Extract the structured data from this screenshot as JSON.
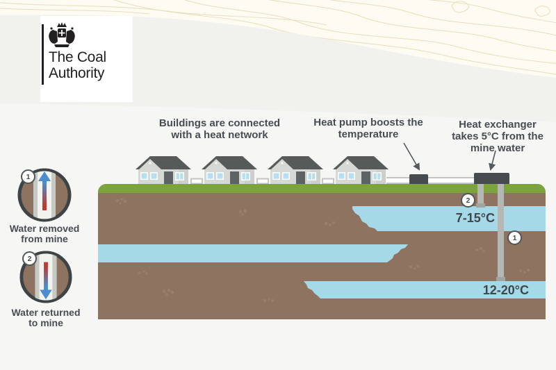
{
  "logo": {
    "name_line1": "The Coal",
    "name_line2": "Authority"
  },
  "legend": {
    "item1": {
      "number": "1",
      "line1": "Water removed",
      "line2": "from mine"
    },
    "item2": {
      "number": "2",
      "line1": "Water returned",
      "line2": "to mine"
    }
  },
  "callouts": {
    "buildings": {
      "line1": "Buildings are connected",
      "line2": "with a heat network"
    },
    "heat_pump": {
      "line1": "Heat pump boosts the",
      "line2": "temperature"
    },
    "heat_exchanger": {
      "line1": "Heat exchanger",
      "line2": "takes 5°C from the",
      "line3": "mine water"
    }
  },
  "underground": {
    "shallow_water_temp": "7-15°C",
    "deep_water_temp": "12-20°C",
    "marker_removed": "1",
    "marker_returned": "2"
  },
  "colors": {
    "ground_brown": "#8f7361",
    "grass_green": "#7da33c",
    "mine_water_blue": "#a6d9e8",
    "equipment_dark": "#464b50",
    "pipe_gray": "#c3c5c2",
    "text_dark": "#474d53",
    "arrow_warm_red": "#bf3a30",
    "arrow_cool_blue": "#4a8ccd",
    "contour_tan": "#e9ddba",
    "background_cream": "#fdfbf2",
    "background_gray": "#f5f5f3"
  }
}
